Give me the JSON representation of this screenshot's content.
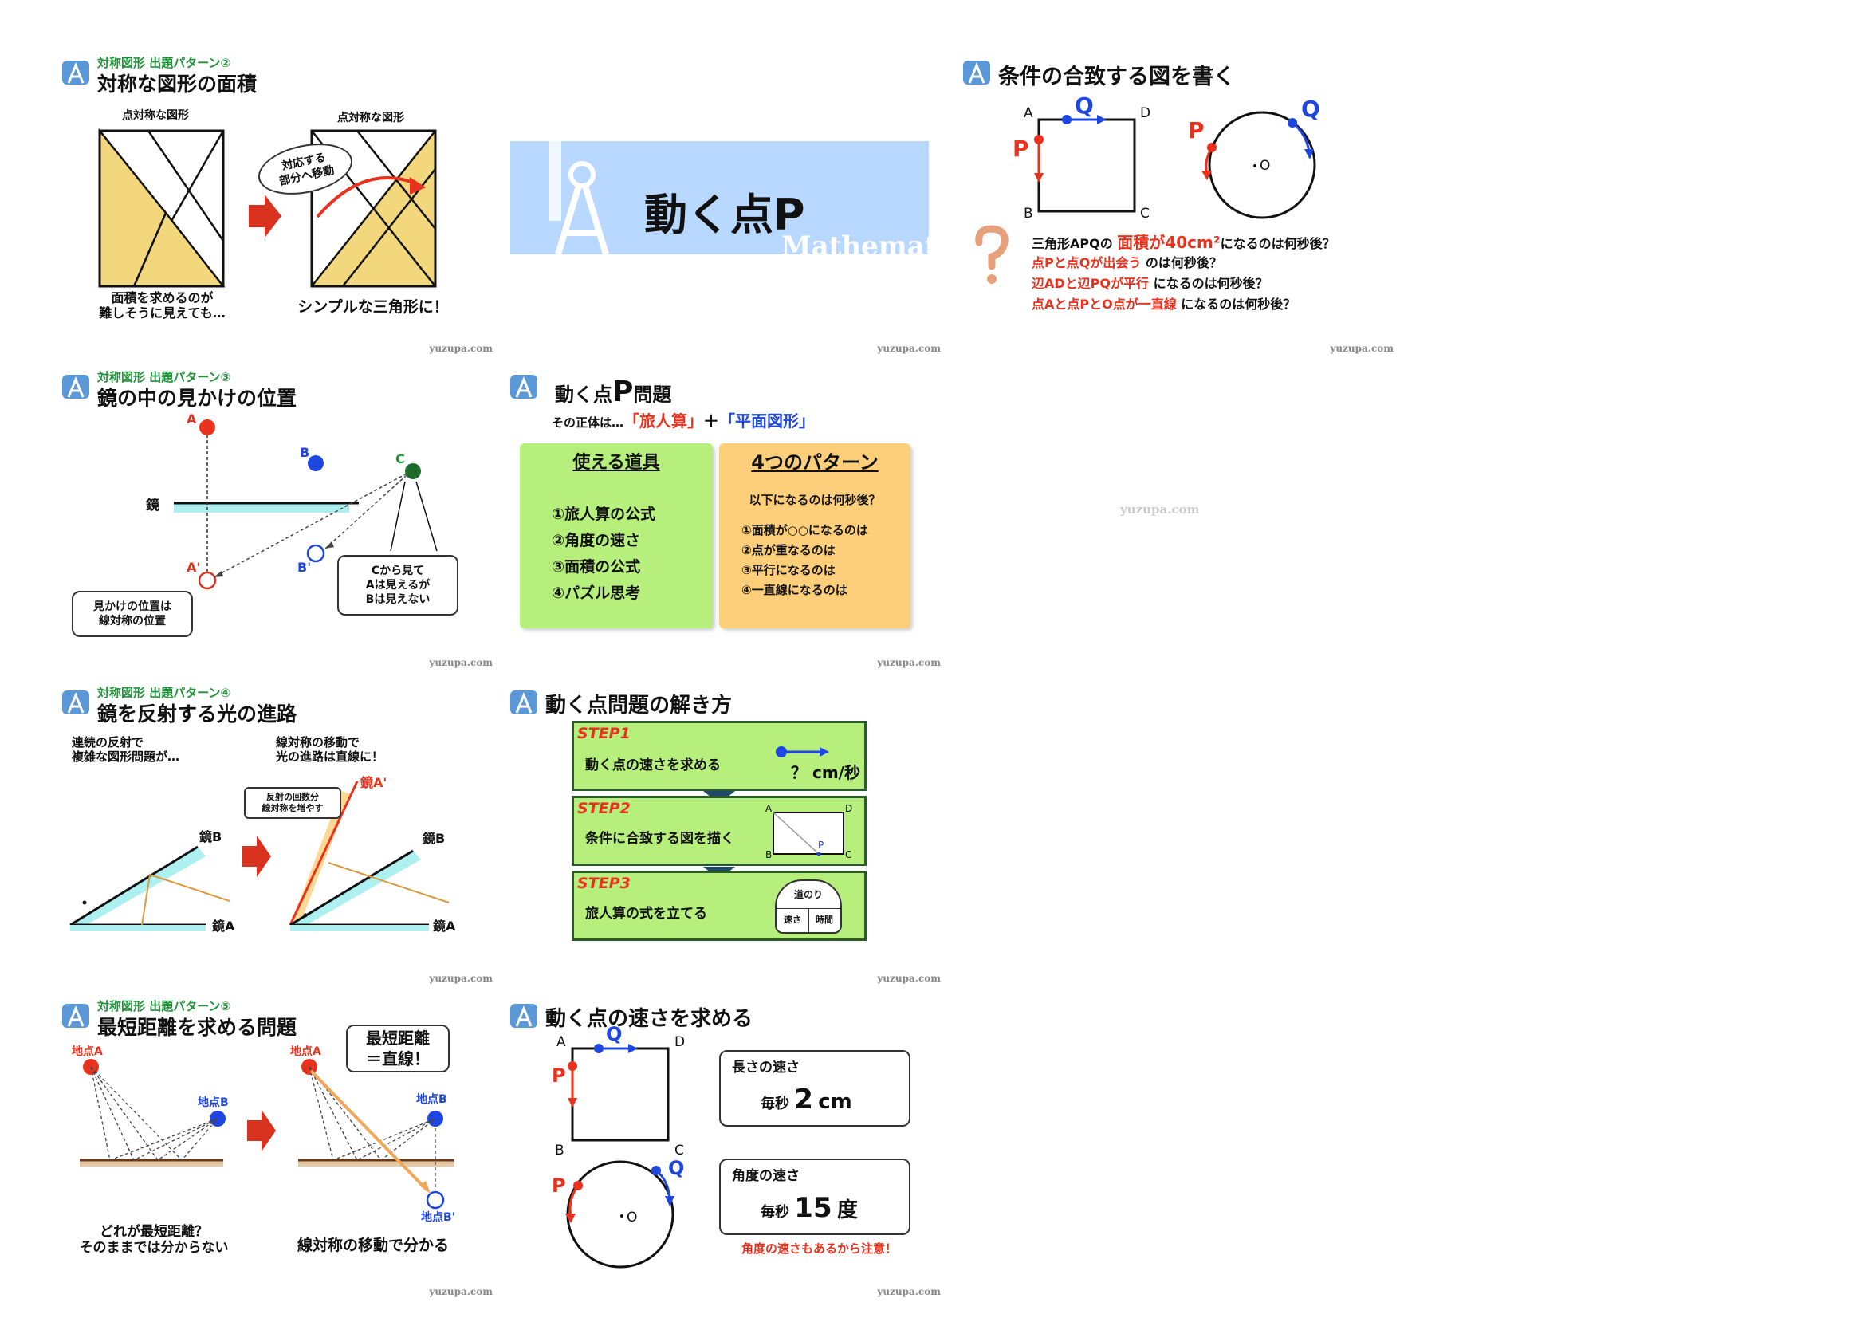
{
  "watermark": "yuzupa.com",
  "card1": {
    "sub": "対称図形 出題パターン②",
    "title": "対称な図形の面積",
    "left_label": "点対称な図形",
    "right_label": "点対称な図形",
    "bubble": "対応する\n部分へ移動",
    "caption_left": "面積を求めるのが\n難しそうに見えても…",
    "caption_right": "シンプルな三角形に！",
    "source": "yuzupa.com"
  },
  "card2": {
    "title": "動く点P",
    "watermark": "Mathematics",
    "source": "yuzupa.com"
  },
  "card3": {
    "title": "条件の合致する図を書く",
    "pts": {
      "a": "A",
      "b": "B",
      "c": "C",
      "d": "D",
      "p": "P",
      "q": "Q",
      "o": "O"
    },
    "q1": {
      "pre": "三角形APQの ",
      "red": "面積が40cm²",
      "post": "になるのは何秒後？"
    },
    "q2": {
      "red": "点Pと点Qが出会う",
      "post": " のは何秒後？"
    },
    "q3": {
      "red": "辺ADと辺PQが平行",
      "post": " になるのは何秒後？"
    },
    "q4": {
      "red": "点Aと点PとO点が一直線",
      "post": " になるのは何秒後？"
    },
    "source": "yuzupa.com"
  },
  "card4": {
    "sub": "対称図形 出題パターン③",
    "title": "鏡の中の見かけの位置",
    "mirror": "鏡",
    "pts": {
      "a": "A",
      "b": "B",
      "c": "C",
      "a2": "A'",
      "b2": "B'"
    },
    "bubble_left": "見かけの位置は\n線対称の位置",
    "bubble_right": "Cから見て\nAは見えるが\nBは見えない",
    "source": "yuzupa.com"
  },
  "card5": {
    "title_pre": "動く点",
    "title_p": "P",
    "title_post": "問題",
    "subline_pre": "その正体は…",
    "subline_red": "「旅人算」",
    "subline_plus": "＋",
    "subline_blue": "「平面図形」",
    "tools_title": "使える道具",
    "tools": [
      "①旅人算の公式",
      "②角度の速さ",
      "③面積の公式",
      "④パズル思考"
    ],
    "pat_title": "4つのパターン",
    "pat_sub": "以下になるのは何秒後？",
    "patterns": [
      "①面積が○○になるのは",
      "②点が重なるのは",
      "③平行になるのは",
      "④一直線になるのは"
    ],
    "source": "yuzupa.com"
  },
  "card6": {
    "sub": "対称図形 出題パターン④",
    "title": "鏡を反射する光の進路",
    "cap_left": "連続の反射で\n複雑な図形問題が…",
    "cap_right": "線対称の移動で\n光の進路は直線に！",
    "bubble": "反射の回数分\n線対称を増やす",
    "mirror_a": "鏡A",
    "mirror_b": "鏡B",
    "mirror_a2": "鏡A'",
    "source": "yuzupa.com"
  },
  "card7": {
    "title": "動く点問題の解き方",
    "steps": [
      {
        "label": "STEP",
        "num": "1",
        "text": "動く点の速さを求める",
        "extra": "？ cm/秒"
      },
      {
        "label": "STEP",
        "num": "2",
        "text": "条件に合致する図を描く"
      },
      {
        "label": "STEP",
        "num": "3",
        "text": "旅人算の式を立てる",
        "extra": "道のり",
        "extra2": "速さ",
        "extra3": "時間"
      }
    ],
    "pts": {
      "a": "A",
      "b": "B",
      "c": "C",
      "d": "D",
      "p": "P"
    },
    "source": "yuzupa.com"
  },
  "card8": {
    "sub": "対称図形 出題パターン⑤",
    "title": "最短距離を求める問題",
    "pt_a": "地点A",
    "pt_b": "地点B",
    "pt_b2": "地点B'",
    "bubble": "最短距離\n＝直線！",
    "cap_left": "どれが最短距離？\nそのままでは分からない",
    "cap_right": "線対称の移動で分かる",
    "source": "yuzupa.com"
  },
  "card9": {
    "title": "動く点の速さを求める",
    "pts": {
      "a": "A",
      "b": "B",
      "c": "C",
      "d": "D",
      "p": "P",
      "q": "Q",
      "o": "O"
    },
    "b1_label": "長さの速さ",
    "b1_pre": "毎秒",
    "b1_num": "2",
    "b1_unit": "cm",
    "b2_label": "角度の速さ",
    "b2_pre": "毎秒",
    "b2_num": "15",
    "b2_unit": "度",
    "note": "角度の速さもあるから注意！",
    "source": "yuzupa.com"
  },
  "colors": {
    "yellow": "#f3d77c",
    "red": "#e8321e",
    "blue": "#1e46e0",
    "green": "#22923a",
    "mint": "#aef0f0",
    "lightblue": "#b8d8ff"
  }
}
